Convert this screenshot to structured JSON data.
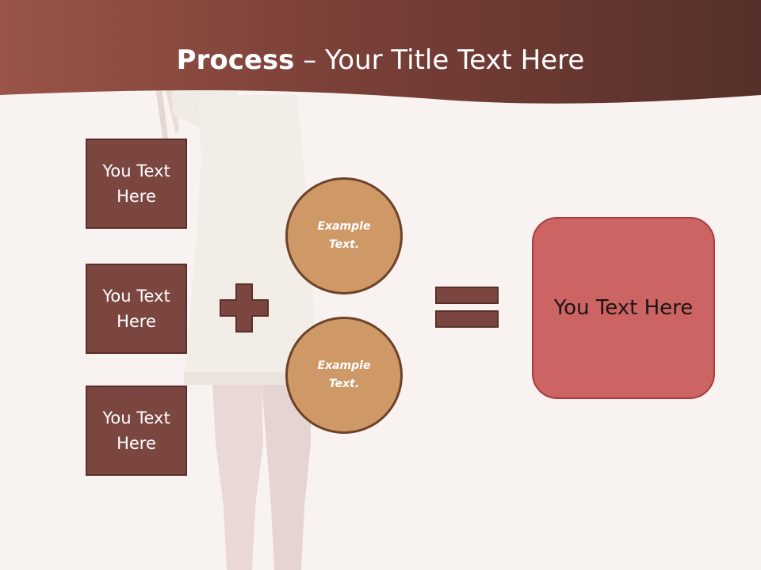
{
  "colors": {
    "background": "#f8f2f1",
    "header": "#5e302a",
    "text_box_fill": "#7b4640",
    "circle_fill": "#cf9867",
    "operator": "#7b4640",
    "result_fill": "#cd6464"
  },
  "title": {
    "bold": "Process",
    "separator": " – ",
    "rest": "Your Title Text Here"
  },
  "text_boxes": [
    {
      "label": "You Text Here"
    },
    {
      "label": "You Text Here"
    },
    {
      "label": "You Text Here"
    }
  ],
  "circles": [
    {
      "label": "Example Text."
    },
    {
      "label": "Example Text."
    }
  ],
  "operators": {
    "plus_icon": "plus-icon",
    "equals_icon": "equals-icon"
  },
  "result": {
    "label": "You Text Here"
  }
}
